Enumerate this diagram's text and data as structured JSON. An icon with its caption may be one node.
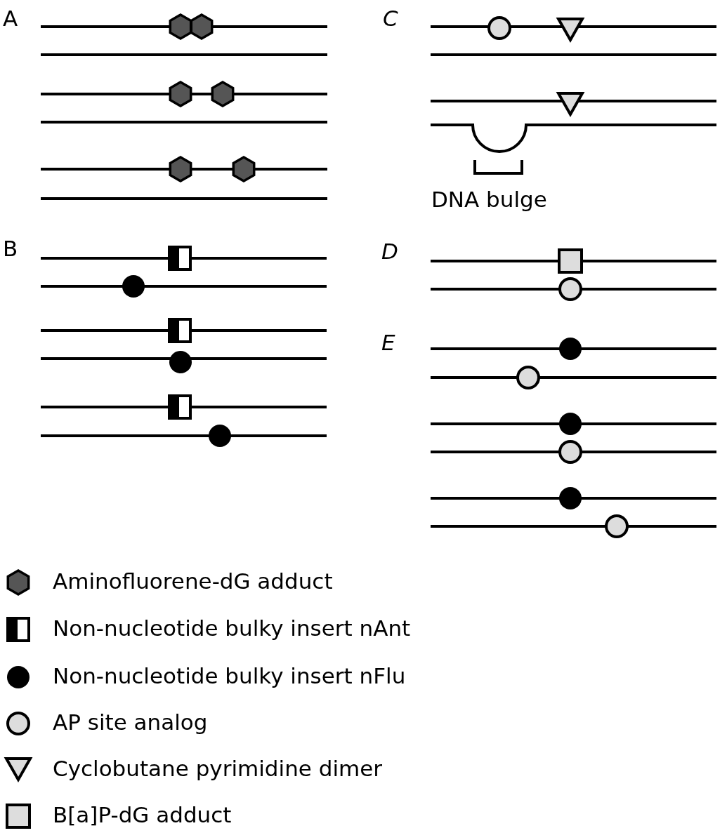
{
  "diagram": {
    "labels": [
      "A",
      "C",
      "DNA bulge",
      "B",
      "D",
      "E"
    ],
    "legend": [
      {
        "text": "Aminofluorene-dG adduct"
      },
      {
        "text": "Non-nucleotide bulky insert nAnt"
      },
      {
        "text": "Non-nucleotide bulky insert nFlu"
      },
      {
        "text": "AP site analog"
      },
      {
        "text": "Cyclobutane pyrimidine dimer"
      },
      {
        "text": "B[a]P-dG adduct"
      }
    ]
  }
}
